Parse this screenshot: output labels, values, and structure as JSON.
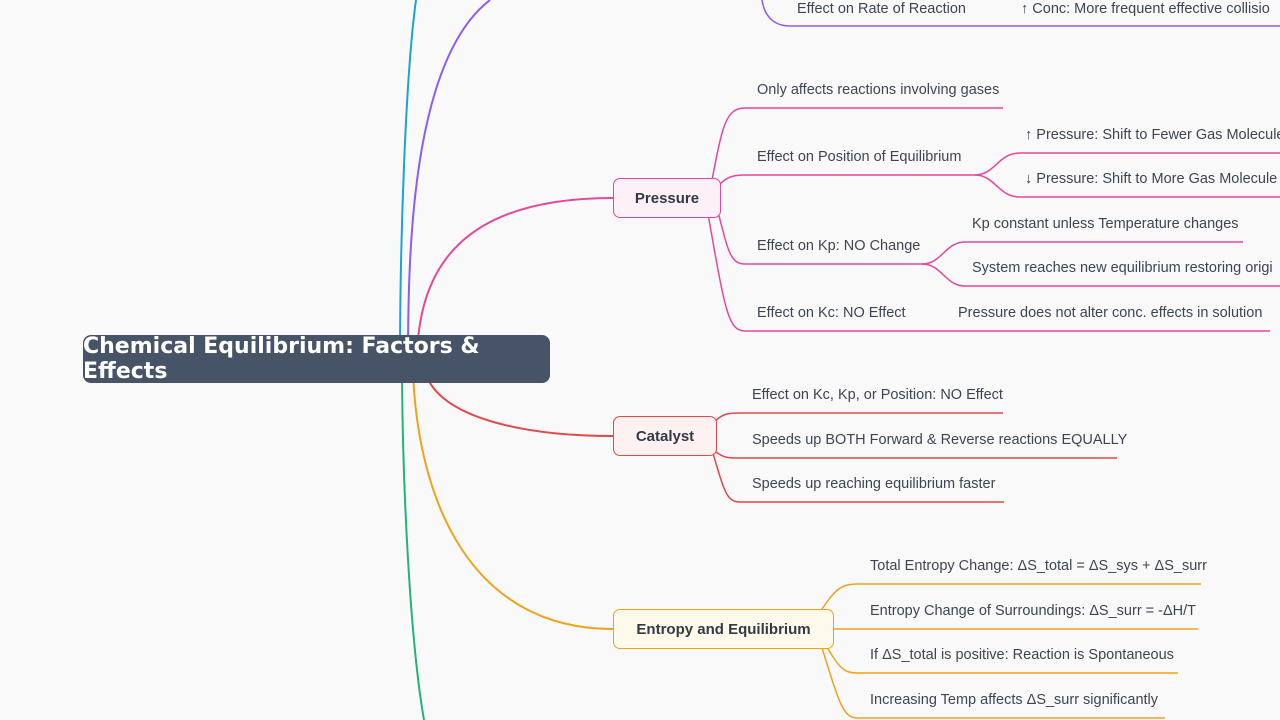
{
  "root": {
    "label": "Chemical Equilibrium: Factors & Effects"
  },
  "branches": {
    "concentration": {
      "color": "#8b5cf6",
      "rate_label": "Effect on Rate of Reaction",
      "rate_detail": "↑ Conc: More frequent effective collisio"
    },
    "pressure": {
      "label": "Pressure",
      "color": "#e5489a",
      "fill": "#fdf0f6",
      "items": {
        "gases": "Only affects reactions involving gases",
        "position": "Effect on Position of Equilibrium",
        "position_up": "↑ Pressure: Shift to Fewer Gas Molecule",
        "position_down": "↓ Pressure: Shift to More Gas Molecule",
        "kp": "Effect on Kp: NO Change",
        "kp_constant": "Kp constant unless Temperature changes",
        "kp_restore": "System reaches new equilibrium restoring origi",
        "kc": "Effect on Kc: NO Effect",
        "kc_detail": "Pressure does not alter conc. effects in solution"
      }
    },
    "catalyst": {
      "label": "Catalyst",
      "color": "#e54848",
      "fill": "#fdf1f1",
      "items": {
        "no_effect": "Effect on Kc, Kp, or Position: NO Effect",
        "speeds_both": "Speeds up BOTH Forward & Reverse reactions EQUALLY",
        "faster": "Speeds up reaching equilibrium faster"
      }
    },
    "entropy": {
      "label": "Entropy and Equilibrium",
      "color": "#f2a11b",
      "fill": "#fefaeb",
      "items": {
        "total": "Total Entropy Change: ΔS_total = ΔS_sys + ΔS_surr",
        "surroundings": "Entropy Change of Surroundings: ΔS_surr = -ΔH/T",
        "positive": "If ΔS_total is positive: Reaction is Spontaneous",
        "temp": "Increasing Temp affects ΔS_surr significantly"
      }
    }
  },
  "other_branch_colors": {
    "blue": "#1ba3d9",
    "green": "#22b37a"
  }
}
